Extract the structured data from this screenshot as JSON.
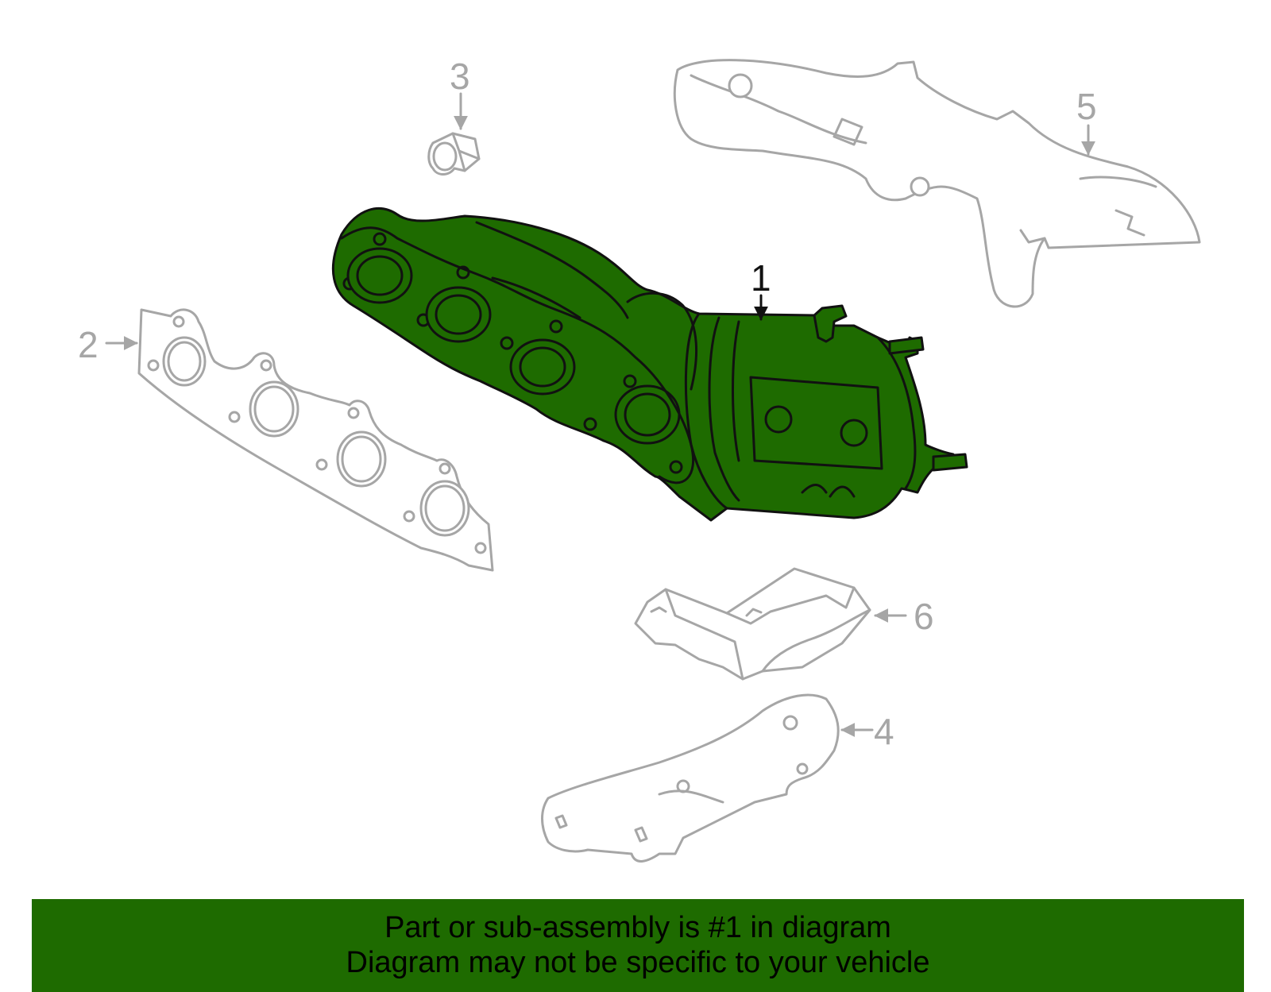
{
  "callouts": {
    "c1": "1",
    "c2": "2",
    "c3": "3",
    "c4": "4",
    "c5": "5",
    "c6": "6"
  },
  "banner": {
    "line1": "Part or sub-assembly is #1 in diagram",
    "line2": "Diagram may not be specific to your vehicle"
  },
  "colors": {
    "highlight": "#1e6b00",
    "other_parts": "#a6a6a6"
  }
}
